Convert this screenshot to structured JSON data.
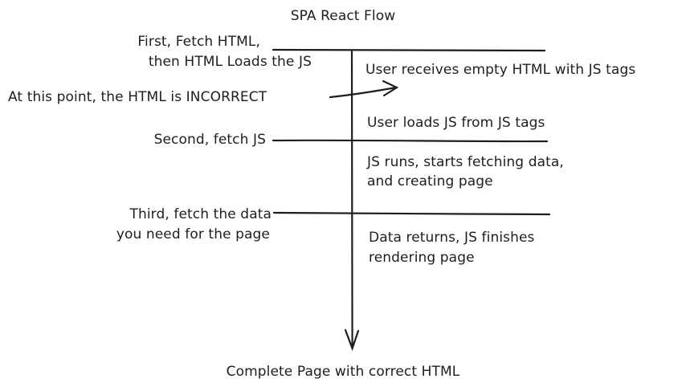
{
  "diagram": {
    "title": "SPA React Flow",
    "left_labels": {
      "first_line1": "First, Fetch HTML,",
      "first_line2": "then HTML Loads the JS",
      "incorrect": "At this point, the HTML is INCORRECT",
      "second": "Second, fetch JS",
      "third_line1": "Third, fetch the data",
      "third_line2": "you need for the page"
    },
    "right_descriptions": {
      "step1": "User receives empty HTML with JS tags",
      "step2": "User loads JS from JS tags",
      "step3_line1": "JS runs, starts fetching data,",
      "step3_line2": "and creating page",
      "step4_line1": "Data returns, JS finishes",
      "step4_line2": "rendering page"
    },
    "footer": "Complete Page with correct HTML",
    "colors": {
      "stroke": "#1e1e1e",
      "background": "#ffffff"
    }
  }
}
